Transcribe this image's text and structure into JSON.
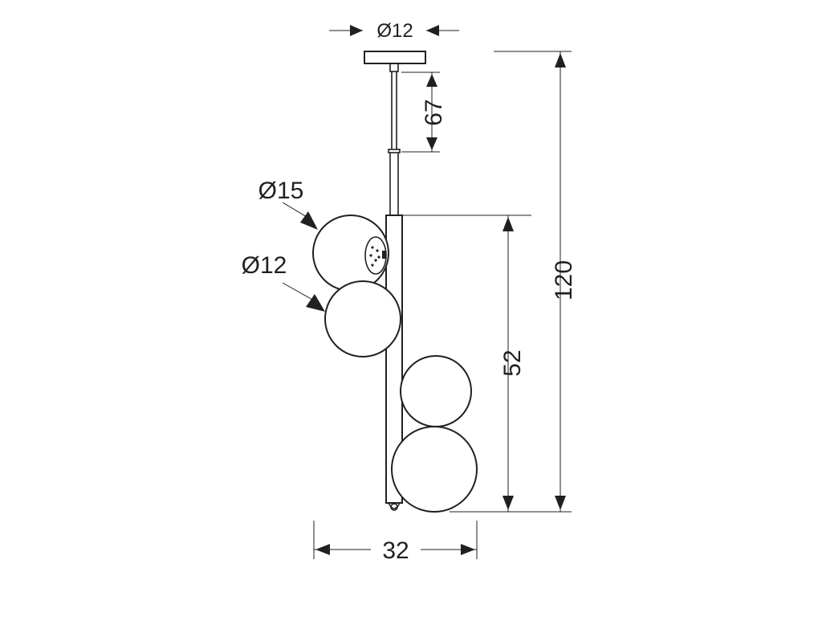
{
  "dimensions": {
    "canopy_diameter": "Ø12",
    "stem_length": "67",
    "total_height": "120",
    "body_height": "52",
    "total_width": "32",
    "large_globe_diameter": "Ø15",
    "small_globe_diameter": "Ø12"
  },
  "colors": {
    "ink": "#231f20",
    "background": "#ffffff"
  }
}
